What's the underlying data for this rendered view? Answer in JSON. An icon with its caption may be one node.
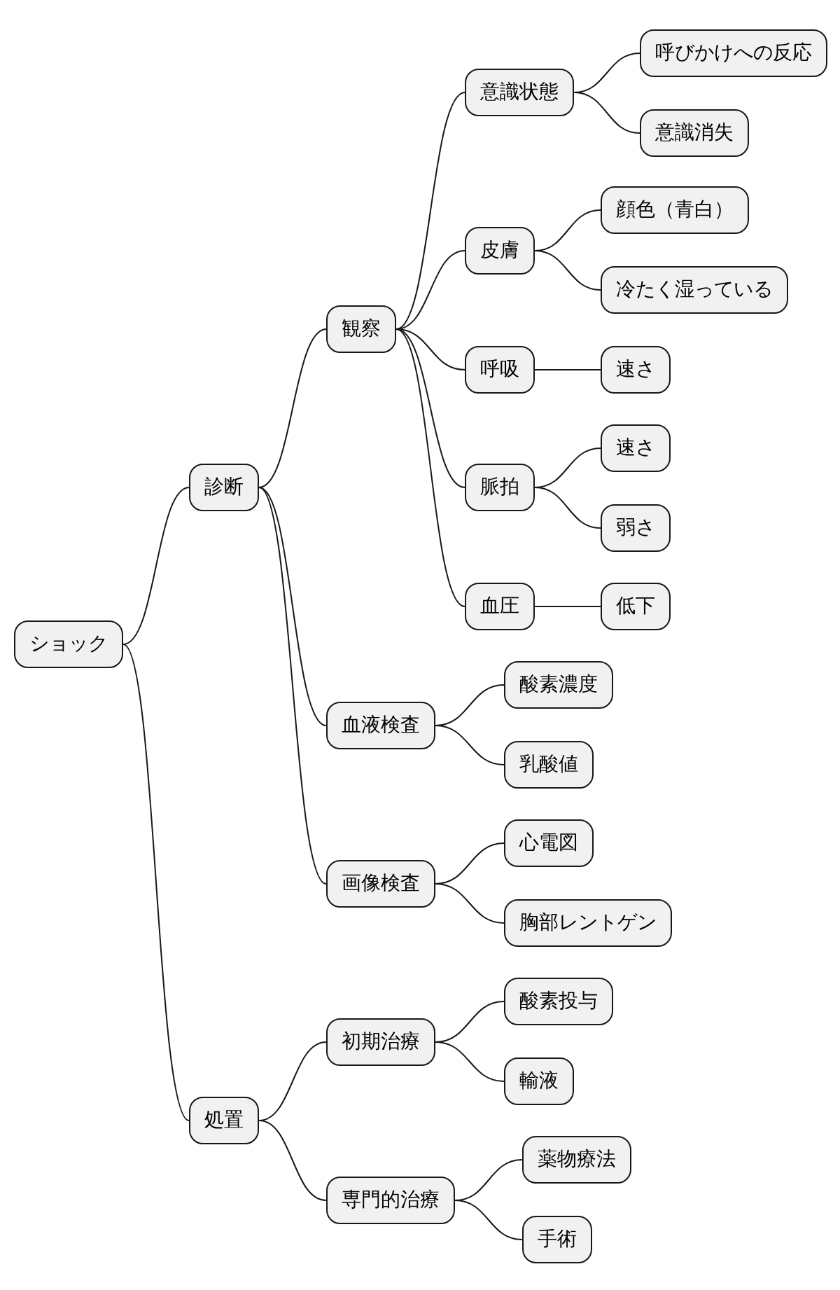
{
  "diagram": {
    "nodes": [
      {
        "text": [
          "ショック"
        ]
      },
      {
        "text": [
          "診断"
        ]
      },
      {
        "text": [
          "観察"
        ]
      },
      {
        "text": [
          "意識状態"
        ]
      },
      {
        "text": [
          "呼びかけへの反応"
        ]
      },
      {
        "text": [
          "意識消失"
        ]
      },
      {
        "text": [
          "皮膚"
        ]
      },
      {
        "text": [
          "顔色（青白）"
        ]
      },
      {
        "text": [
          "冷たく湿っている"
        ]
      },
      {
        "text": [
          "呼吸"
        ]
      },
      {
        "text": [
          "速さ"
        ]
      },
      {
        "text": [
          "脈拍"
        ]
      },
      {
        "text": [
          "速さ"
        ]
      },
      {
        "text": [
          "弱さ"
        ]
      },
      {
        "text": [
          "血圧"
        ]
      },
      {
        "text": [
          "低下"
        ]
      },
      {
        "text": [
          "血液検査"
        ]
      },
      {
        "text": [
          "酸素濃度"
        ]
      },
      {
        "text": [
          "乳酸値"
        ]
      },
      {
        "text": [
          "画像検査"
        ]
      },
      {
        "text": [
          "心電図"
        ]
      },
      {
        "text": [
          "胸部レントゲン"
        ]
      },
      {
        "text": [
          "処置"
        ]
      },
      {
        "text": [
          "初期治療"
        ]
      },
      {
        "text": [
          "酸素投与"
        ]
      },
      {
        "text": [
          "輸液"
        ]
      },
      {
        "text": [
          "専門的治療"
        ]
      },
      {
        "text": [
          "薬物療法"
        ]
      },
      {
        "text": [
          "手術"
        ]
      }
    ],
    "edges": [
      {
        "from": 0,
        "to": 1,
        "arrow": "none"
      },
      {
        "from": 1,
        "to": 2,
        "arrow": "none"
      },
      {
        "from": 2,
        "to": 3,
        "arrow": "none"
      },
      {
        "from": 3,
        "to": 4,
        "arrow": "none"
      },
      {
        "from": 3,
        "to": 5,
        "arrow": "none"
      },
      {
        "from": 2,
        "to": 6,
        "arrow": "none"
      },
      {
        "from": 6,
        "to": 7,
        "arrow": "none"
      },
      {
        "from": 6,
        "to": 8,
        "arrow": "none"
      },
      {
        "from": 2,
        "to": 9,
        "arrow": "none"
      },
      {
        "from": 9,
        "to": 10,
        "arrow": "none"
      },
      {
        "from": 2,
        "to": 11,
        "arrow": "none"
      },
      {
        "from": 11,
        "to": 12,
        "arrow": "none"
      },
      {
        "from": 11,
        "to": 13,
        "arrow": "none"
      },
      {
        "from": 2,
        "to": 14,
        "arrow": "none"
      },
      {
        "from": 14,
        "to": 15,
        "arrow": "none"
      },
      {
        "from": 1,
        "to": 16,
        "arrow": "none"
      },
      {
        "from": 16,
        "to": 17,
        "arrow": "none"
      },
      {
        "from": 16,
        "to": 18,
        "arrow": "none"
      },
      {
        "from": 1,
        "to": 19,
        "arrow": "none"
      },
      {
        "from": 19,
        "to": 20,
        "arrow": "none"
      },
      {
        "from": 19,
        "to": 21,
        "arrow": "none"
      },
      {
        "from": 0,
        "to": 22,
        "arrow": "none"
      },
      {
        "from": 22,
        "to": 23,
        "arrow": "none"
      },
      {
        "from": 23,
        "to": 24,
        "arrow": "none"
      },
      {
        "from": 23,
        "to": 25,
        "arrow": "none"
      },
      {
        "from": 22,
        "to": 26,
        "arrow": "none"
      },
      {
        "from": 26,
        "to": 27,
        "arrow": "none"
      },
      {
        "from": 26,
        "to": 28,
        "arrow": "none"
      }
    ]
  }
}
